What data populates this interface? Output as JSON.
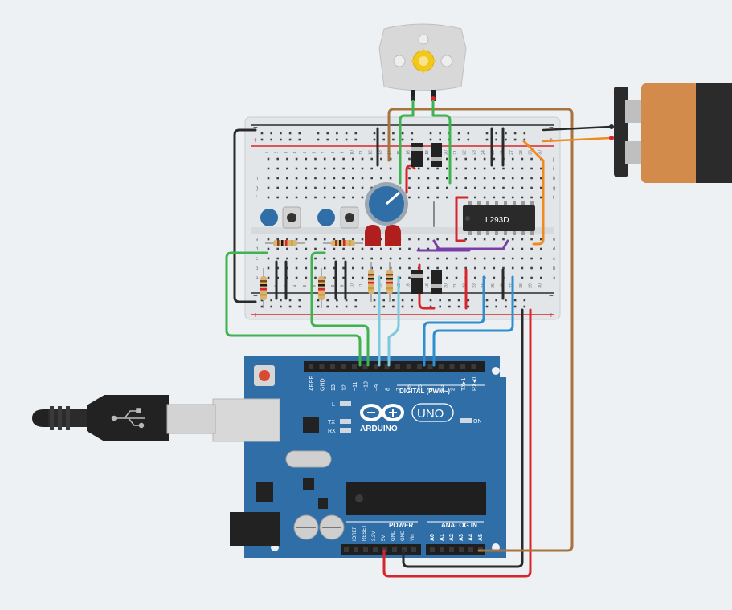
{
  "breadboard": {
    "columns": [
      "1",
      "2",
      "3",
      "4",
      "5",
      "6",
      "7",
      "8",
      "9",
      "10",
      "11",
      "12",
      "13",
      "14",
      "15",
      "16",
      "17",
      "18",
      "19",
      "20",
      "21",
      "22",
      "23",
      "24",
      "25",
      "26",
      "27",
      "28",
      "29",
      "30"
    ],
    "rows_top": [
      "j",
      "i",
      "h",
      "g",
      "f"
    ],
    "rows_bottom": [
      "e",
      "d",
      "c",
      "b",
      "a"
    ],
    "rail_plus": "+",
    "rail_minus": "−"
  },
  "ic": {
    "label": "L293D"
  },
  "arduino": {
    "brand": "ARDUINO",
    "model": "UNO",
    "digital_header_title": "DIGITAL (PWM~)",
    "digital_pins": [
      "AREF",
      "GND",
      "13",
      "12",
      "~11",
      "~10",
      "~9",
      "8",
      "7",
      "~6",
      "~5",
      "4",
      "~3",
      "2",
      "TX▸1",
      "RX◂0"
    ],
    "led_labels": [
      "L",
      "TX",
      "RX"
    ],
    "on_label": "ON",
    "power_title": "POWER",
    "power_pins": [
      "IOREF",
      "RESET",
      "3.3V",
      "5V",
      "GND",
      "GND",
      "Vin"
    ],
    "analog_title": "ANALOG IN",
    "analog_pins": [
      "A0",
      "A1",
      "A2",
      "A3",
      "A4",
      "A5"
    ]
  },
  "colors": {
    "background": "#eef1f3",
    "board": "#2f6ea7",
    "breadboard": "#e3e6e8",
    "wire_green": "#3fb34f",
    "wire_red": "#d7262b",
    "wire_black": "#2a2a2a",
    "wire_brown": "#a7743f",
    "wire_orange": "#f08a1d",
    "wire_blue": "#2d8fd0",
    "wire_lightblue": "#7cc8dc",
    "wire_purple": "#7a3fa7",
    "battery_body": "#d28b4a"
  }
}
